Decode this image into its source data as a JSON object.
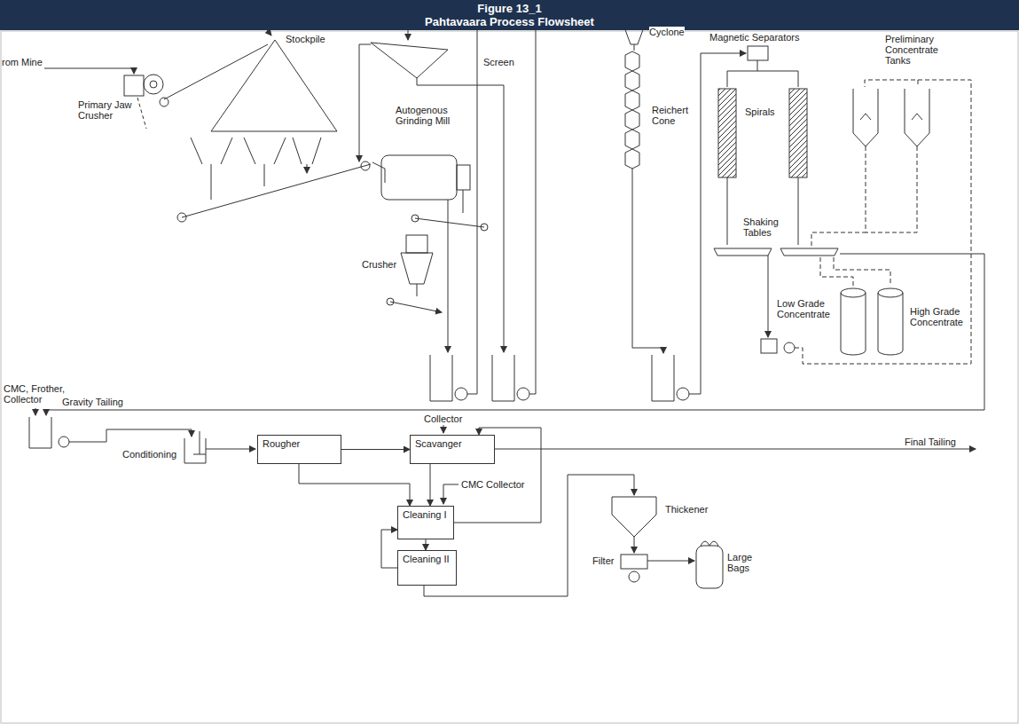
{
  "diagram": {
    "title": "Figure 13_1",
    "nodes": [
      {
        "text": [
          "Rougher"
        ]
      },
      {
        "text": [
          "Scavanger"
        ]
      },
      {
        "text": [
          "Cleaning I"
        ]
      },
      {
        "text": [
          "Cleaning II"
        ]
      }
    ],
    "edges": [
      {
        "from": 0,
        "to": 1,
        "arrow": "to"
      },
      {
        "from": 0,
        "to": 2,
        "arrow": "to"
      },
      {
        "from": 1,
        "to": 2,
        "arrow": "to"
      },
      {
        "from": 2,
        "to": 3,
        "arrow": "to"
      },
      {
        "from": 2,
        "to": 1,
        "arrow": "to"
      },
      {
        "from": 3,
        "to": 2,
        "arrow": "to"
      }
    ],
    "labels": [
      "Pahtavaara Process Flowsheet",
      "rom Mine",
      "Primary Jaw Crusher",
      "Stockpile",
      "Screen",
      "Autogenous Grinding Mill",
      "Crusher",
      "Cyclone",
      "Reichert Cone",
      "Magnetic Separators",
      "Preliminary Concentrate Tanks",
      "Spirals",
      "Shaking Tables",
      "Low Grade Concentrate",
      "High Grade Concentrate",
      "CMC, Frother, Collector",
      "Gravity Tailing",
      "Conditioning",
      "Collector",
      "CMC Collector",
      "Final Tailing",
      "Thickener",
      "Filter",
      "Large Bags"
    ]
  }
}
